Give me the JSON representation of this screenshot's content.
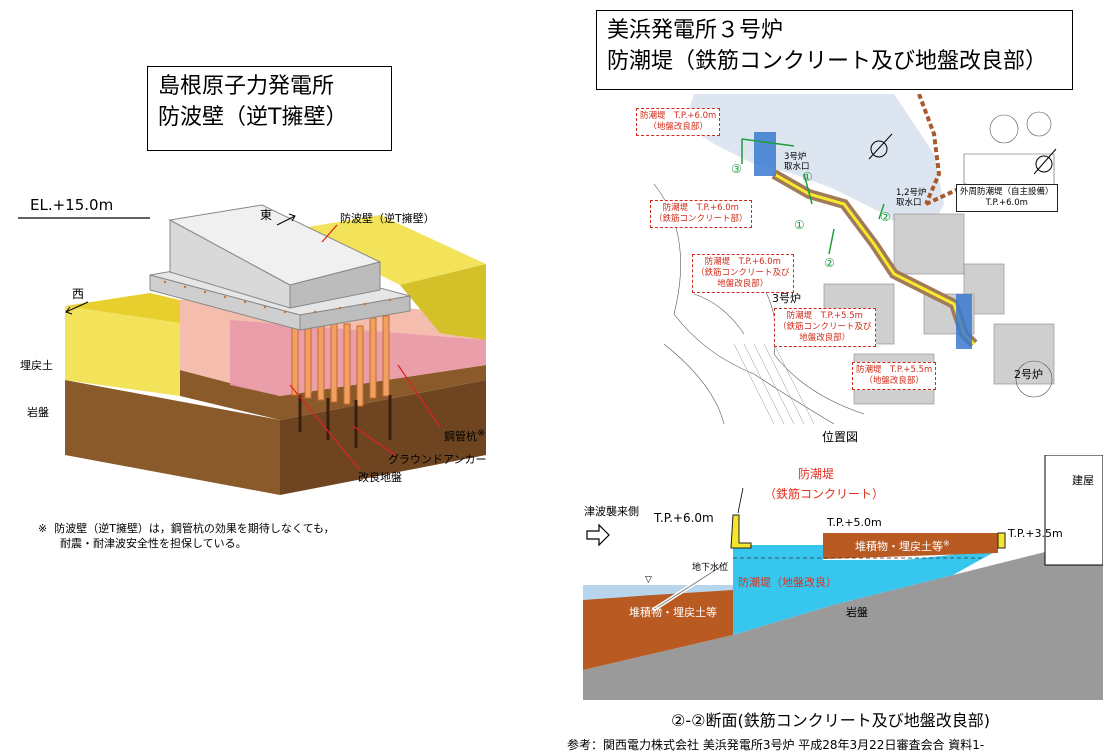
{
  "left": {
    "title_line1": "島根原子力発電所",
    "title_line2": "防波壁（逆T擁壁）",
    "el_label": "EL.+15.0m",
    "east": "東",
    "west": "西",
    "wall_label": "防波壁（逆T擁壁）",
    "fill_label": "埋戻土",
    "rock_label": "岩盤",
    "pile_label": "鋼管杭",
    "pile_mark": "※",
    "anchor_label": "グラウンドアンカー",
    "improved_label": "改良地盤",
    "note_mark": "※",
    "note_line1": "防波壁（逆T擁壁）は，鋼管杭の効果を期待しなくても，",
    "note_line2": "耐震・耐津波安全性を担保している。"
  },
  "right": {
    "title_line1": "美浜発電所３号炉",
    "title_line2": "防潮堤（鉄筋コンクリート及び地盤改良部）",
    "map": {
      "caption": "位置図",
      "label_unit3_intake_1": "3号炉",
      "label_unit3_intake_2": "取水口",
      "label_unit12_intake_1": "1,2号炉",
      "label_unit12_intake_2": "取水口",
      "label_unit3": "3号炉",
      "label_unit2": "2号炉",
      "outer_wall_1": "外周防潮堤（自主設備）",
      "outer_wall_2": "T.P.+6.0m",
      "tag1_line1": "防潮堤　T.P.+6.0m",
      "tag1_line2": "（地盤改良部）",
      "tag2_line1": "防潮堤　T.P.+6.0m",
      "tag2_line2": "（鉄筋コンクリート部）",
      "tag3_line1": "防潮堤　T.P.+6.0m",
      "tag3_line2": "（鉄筋コンクリート及び",
      "tag3_line3": "地盤改良部）",
      "tag4_line1": "防潮堤　T.P.+5.5m",
      "tag4_line2": "（鉄筋コンクリート及び",
      "tag4_line3": "地盤改良部）",
      "tag5_line1": "防潮堤　T.P.+5.5m",
      "tag5_line2": "（地盤改良部）",
      "m1": "①",
      "m2": "②",
      "m3": "③"
    },
    "section": {
      "wall_title_1": "防潮堤",
      "wall_title_2": "（鉄筋コンクリート）",
      "tsunami_side": "津波襲来側",
      "tp60": "T.P.+6.0m",
      "tp50": "T.P.+5.0m",
      "tp35": "T.P.+3.5m",
      "building": "建屋",
      "sediment_right": "堆積物・埋戻土等",
      "sediment_mark": "※",
      "groundwater": "地下水位",
      "improved": "防潮堤（地盤改良）",
      "rock": "岩盤",
      "sediment_left": "堆積物・埋戻土等",
      "caption": "②-②断面(鉄筋コンクリート及び地盤改良部)"
    },
    "reference": "参考：関西電力株式会社 美浜発電所3号炉 平成28年3月22日審査会合 資料1-"
  }
}
